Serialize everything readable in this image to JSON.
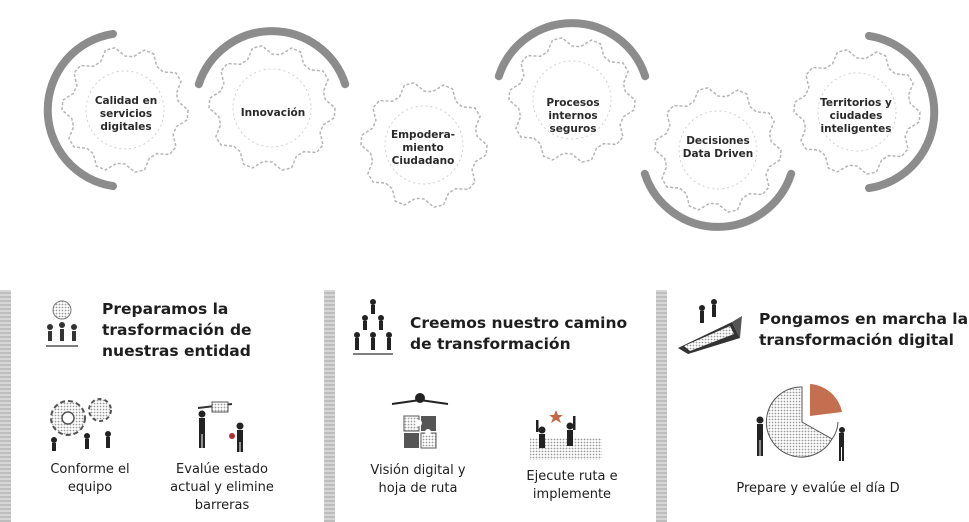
{
  "gears": [
    {
      "label": "Calidad en\nservicios\ndigitales"
    },
    {
      "label": "Innovación"
    },
    {
      "label": "Empodera-\nmiento\nCiudadano"
    },
    {
      "label": "Procesos\ninternos\nseguros"
    },
    {
      "label": "Decisiones\nData Driven"
    },
    {
      "label": "Territorios y\nciudades\ninteligentes"
    }
  ],
  "panels": [
    {
      "title": "Preparamos la\ntrasformación de\nnuestras entidad",
      "steps": [
        {
          "label": "Conforme el\nequipo"
        },
        {
          "label": "Evalúe estado\nactual y elimine\nbarreras"
        }
      ]
    },
    {
      "title": "Creemos nuestro camino\nde transformación",
      "steps": [
        {
          "label": "Visión digital y\nhoja de ruta"
        },
        {
          "label": "Ejecute ruta e\nimplemente"
        }
      ]
    },
    {
      "title": "Pongamos en marcha la\ntransformación digital",
      "steps": [
        {
          "label": "Prepare y evalúe el día D"
        }
      ]
    }
  ],
  "colors": {
    "arc": "#8c8c8c",
    "gear_outline": "#b5b5b5",
    "bar": "#c8c8c8",
    "ink": "#1e1e1e"
  },
  "icons": [
    "gear-icon",
    "team-icon",
    "puzzle-icon",
    "celebration-icon",
    "rocket-icon",
    "chart-icon"
  ]
}
